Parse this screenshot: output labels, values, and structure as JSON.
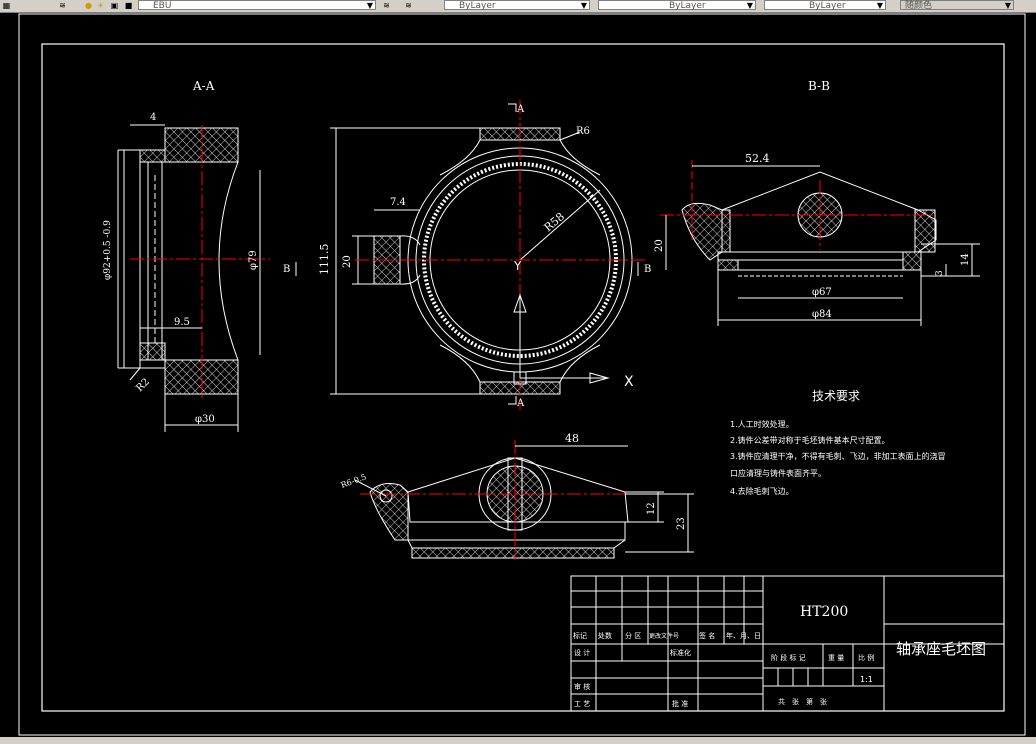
{
  "toolbar": {
    "layer_value": "EBU",
    "color_value": "ByLayer",
    "linetype_value": "ByLayer",
    "lineweight_value": "ByLayer",
    "plotstyle_value": "随颜色"
  },
  "drawing": {
    "section_aa_label": "A-A",
    "section_bb_label": "B-B",
    "marker_a_top": "A",
    "marker_a_bottom": "A",
    "marker_b_left": "B",
    "marker_b_right": "B",
    "axis_x": "X",
    "axis_y": "Y",
    "dims": {
      "aa_4": "4",
      "aa_dia92": "φ92+0.5 -0.9",
      "aa_dia79": "φ79",
      "aa_9_5": "9.5",
      "aa_dia30": "φ30",
      "aa_r2": "R2",
      "front_7_4": "7.4",
      "front_20": "20",
      "front_111_5": "111.5",
      "front_r6": "R6",
      "front_r58": "R58",
      "bb_52_4": "52.4",
      "bb_20": "20",
      "bb_dia67": "φ67",
      "bb_dia84": "φ84",
      "bb_14": "14",
      "bb_3": "3",
      "top_48": "48",
      "top_r6": "R6-0.5",
      "top_12": "12",
      "top_23": "23"
    },
    "tech_req_title": "技术要求",
    "tech_req": [
      "1.人工时效处理。",
      "2.铸件公差带对称于毛坯铸件基本尺寸配置。",
      "3.铸件应清理干净，不得有毛刺、飞边，非加工表面上的浇冒",
      "口应清理与铸件表面齐平。",
      "4.去除毛刺飞边。"
    ]
  },
  "title_block": {
    "material": "HT200",
    "drawing_name": "轴承座毛坯图",
    "scale": "1:1",
    "rev_headers": [
      "标记",
      "处数",
      "分 区",
      "更改文件号",
      "签 名",
      "年、月、日"
    ],
    "design": "设 计",
    "standardize": "标准化",
    "review": "审 核",
    "process": "工 艺",
    "approve": "批 准",
    "stage_mark": "阶 段 标 记",
    "weight": "重 量",
    "ratio": "比 例",
    "sheets": "共　张　第　张"
  }
}
